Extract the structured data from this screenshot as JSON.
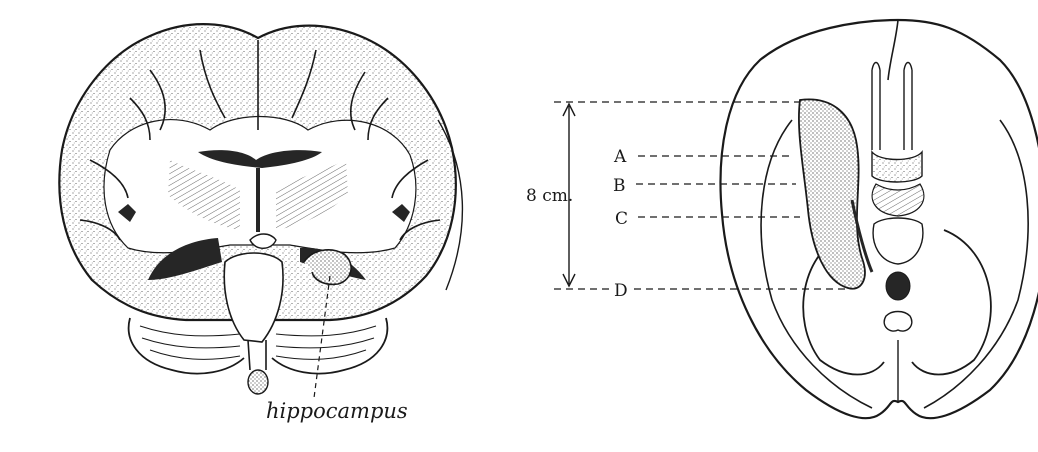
{
  "left_figure": {
    "label": "hippocampus"
  },
  "right_figure": {
    "measurement_label": "8 cm.",
    "levels": [
      "A",
      "B",
      "C",
      "D"
    ]
  },
  "colors": {
    "ink": "#1a1a1a",
    "paper": "#ffffff",
    "dark_fill": "#262626"
  }
}
